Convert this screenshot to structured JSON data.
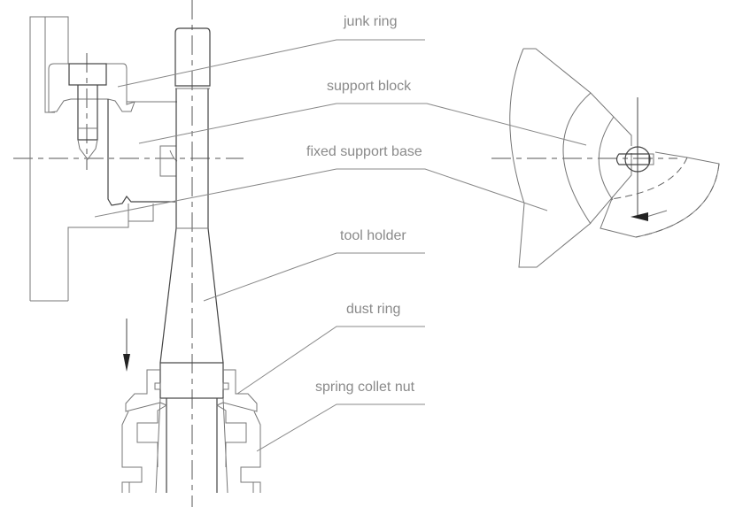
{
  "labels": {
    "junk_ring": "junk ring",
    "support_block": "support block",
    "fixed_support_base": "fixed support base",
    "tool_holder": "tool holder",
    "dust_ring": "dust ring",
    "spring_collet_nut": "spring collet nut"
  }
}
